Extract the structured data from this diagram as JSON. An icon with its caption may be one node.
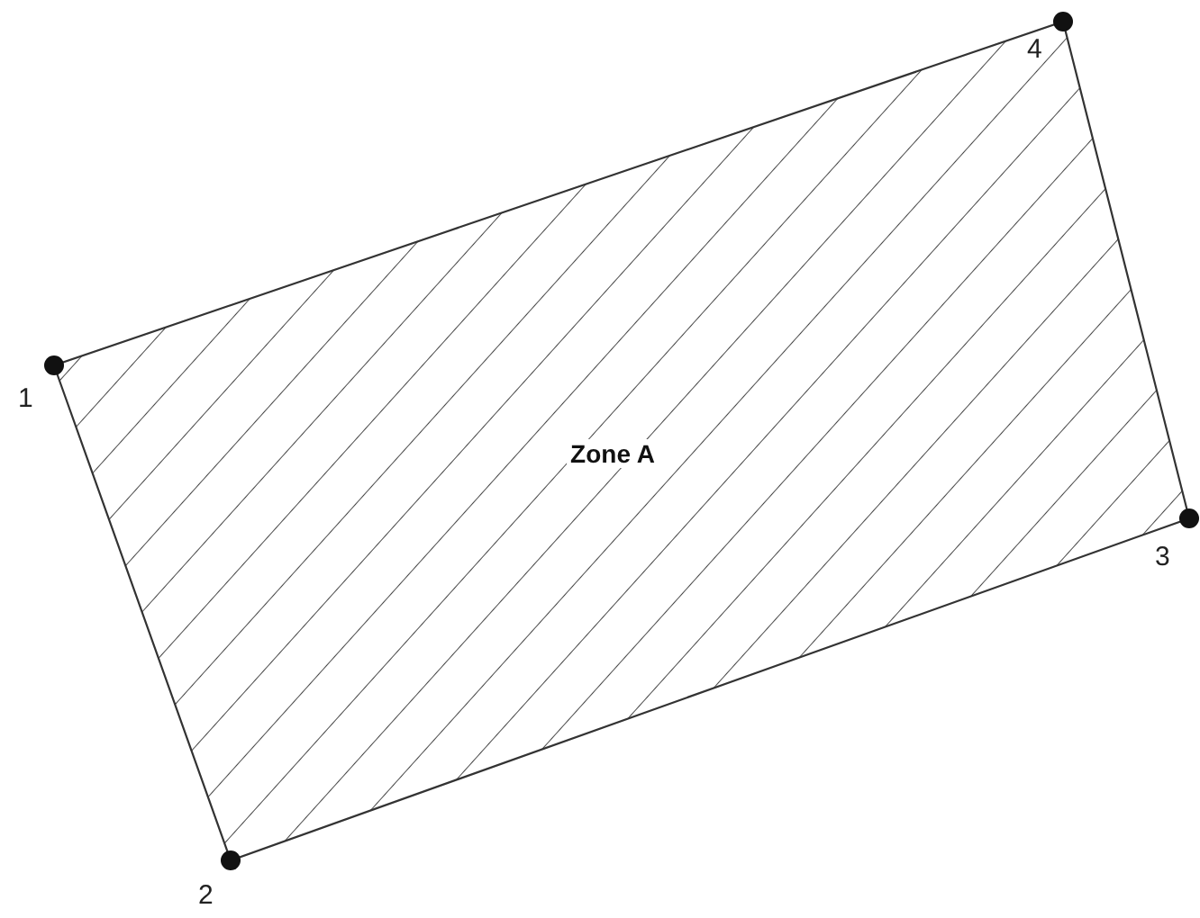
{
  "diagram": {
    "nodes": [
      {
        "text": [
          "Zone A"
        ]
      }
    ],
    "labels": [
      "4",
      "1",
      "3",
      "2"
    ]
  }
}
